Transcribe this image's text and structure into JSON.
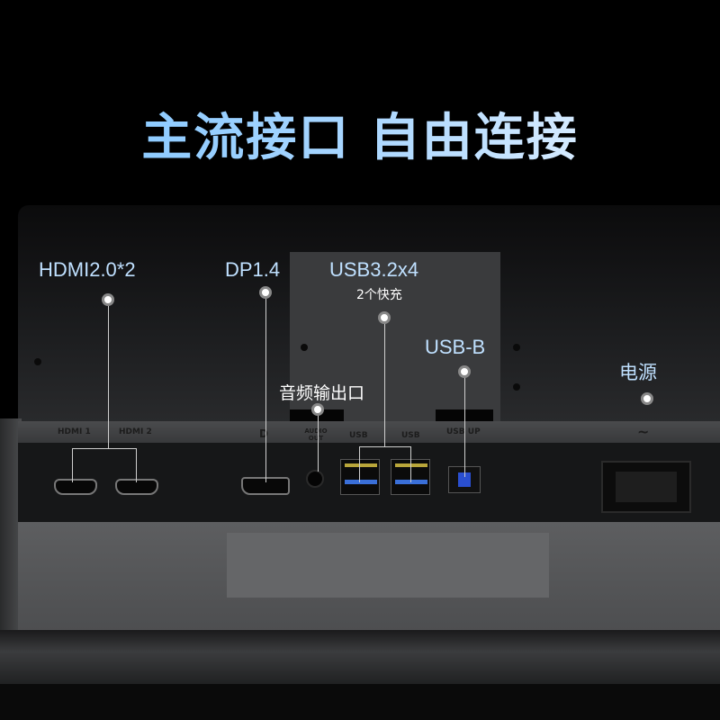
{
  "title": "主流接口 自由连接",
  "callouts": {
    "hdmi": "HDMI2.0*2",
    "dp": "DP1.4",
    "usb": "USB3.2x4",
    "usb_sub": "2个快充",
    "usbb": "USB-B",
    "audio": "音频输出口",
    "power": "电源"
  },
  "panel_labels": {
    "hdmi1": "HDMI 1",
    "hdmi2": "HDMI 2",
    "dp": "D",
    "audio": "AUDIO OUT",
    "usb1": "USB",
    "usb2": "USB",
    "usbup": "USB UP",
    "power": "~"
  },
  "colors": {
    "label": "#bfe0ff",
    "usb_fast": "#b9a63a",
    "usb3": "#3a6fd8"
  }
}
